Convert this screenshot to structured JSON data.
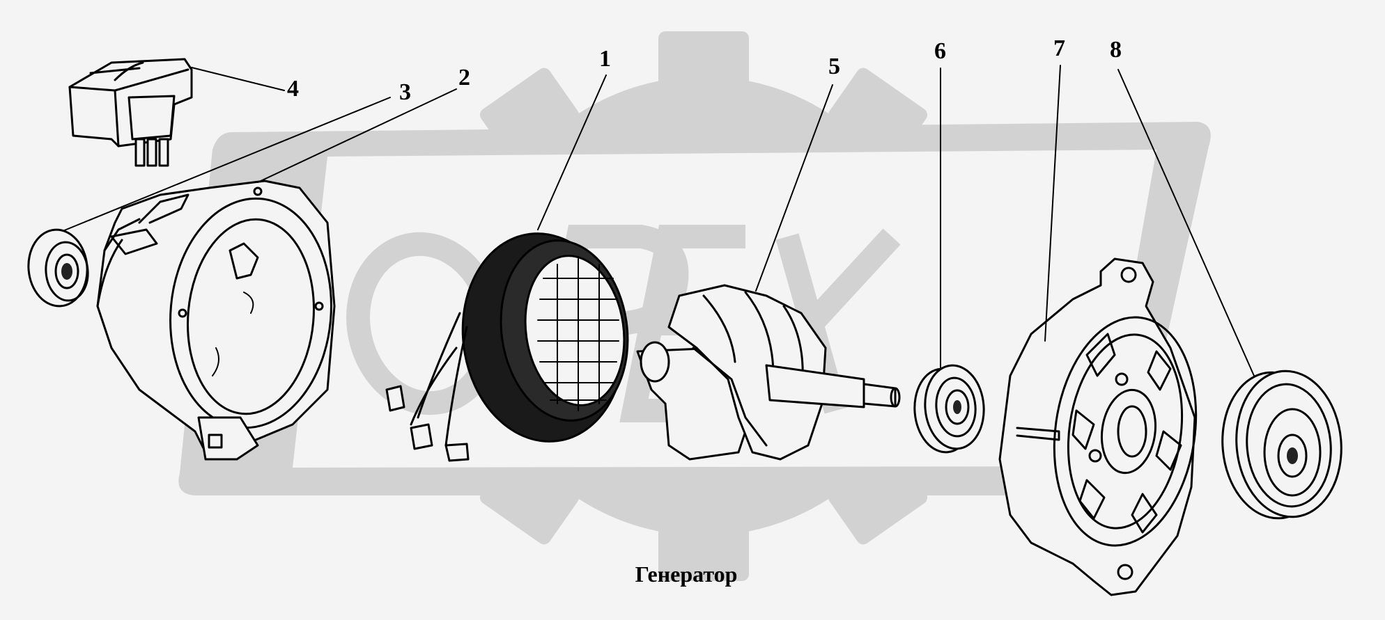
{
  "diagram": {
    "caption": "Генератор",
    "watermark": "OPEX",
    "callouts": [
      {
        "id": "1",
        "label": "1"
      },
      {
        "id": "2",
        "label": "2"
      },
      {
        "id": "3",
        "label": "3"
      },
      {
        "id": "4",
        "label": "4"
      },
      {
        "id": "5",
        "label": "5"
      },
      {
        "id": "6",
        "label": "6"
      },
      {
        "id": "7",
        "label": "7"
      },
      {
        "id": "8",
        "label": "8"
      }
    ]
  }
}
